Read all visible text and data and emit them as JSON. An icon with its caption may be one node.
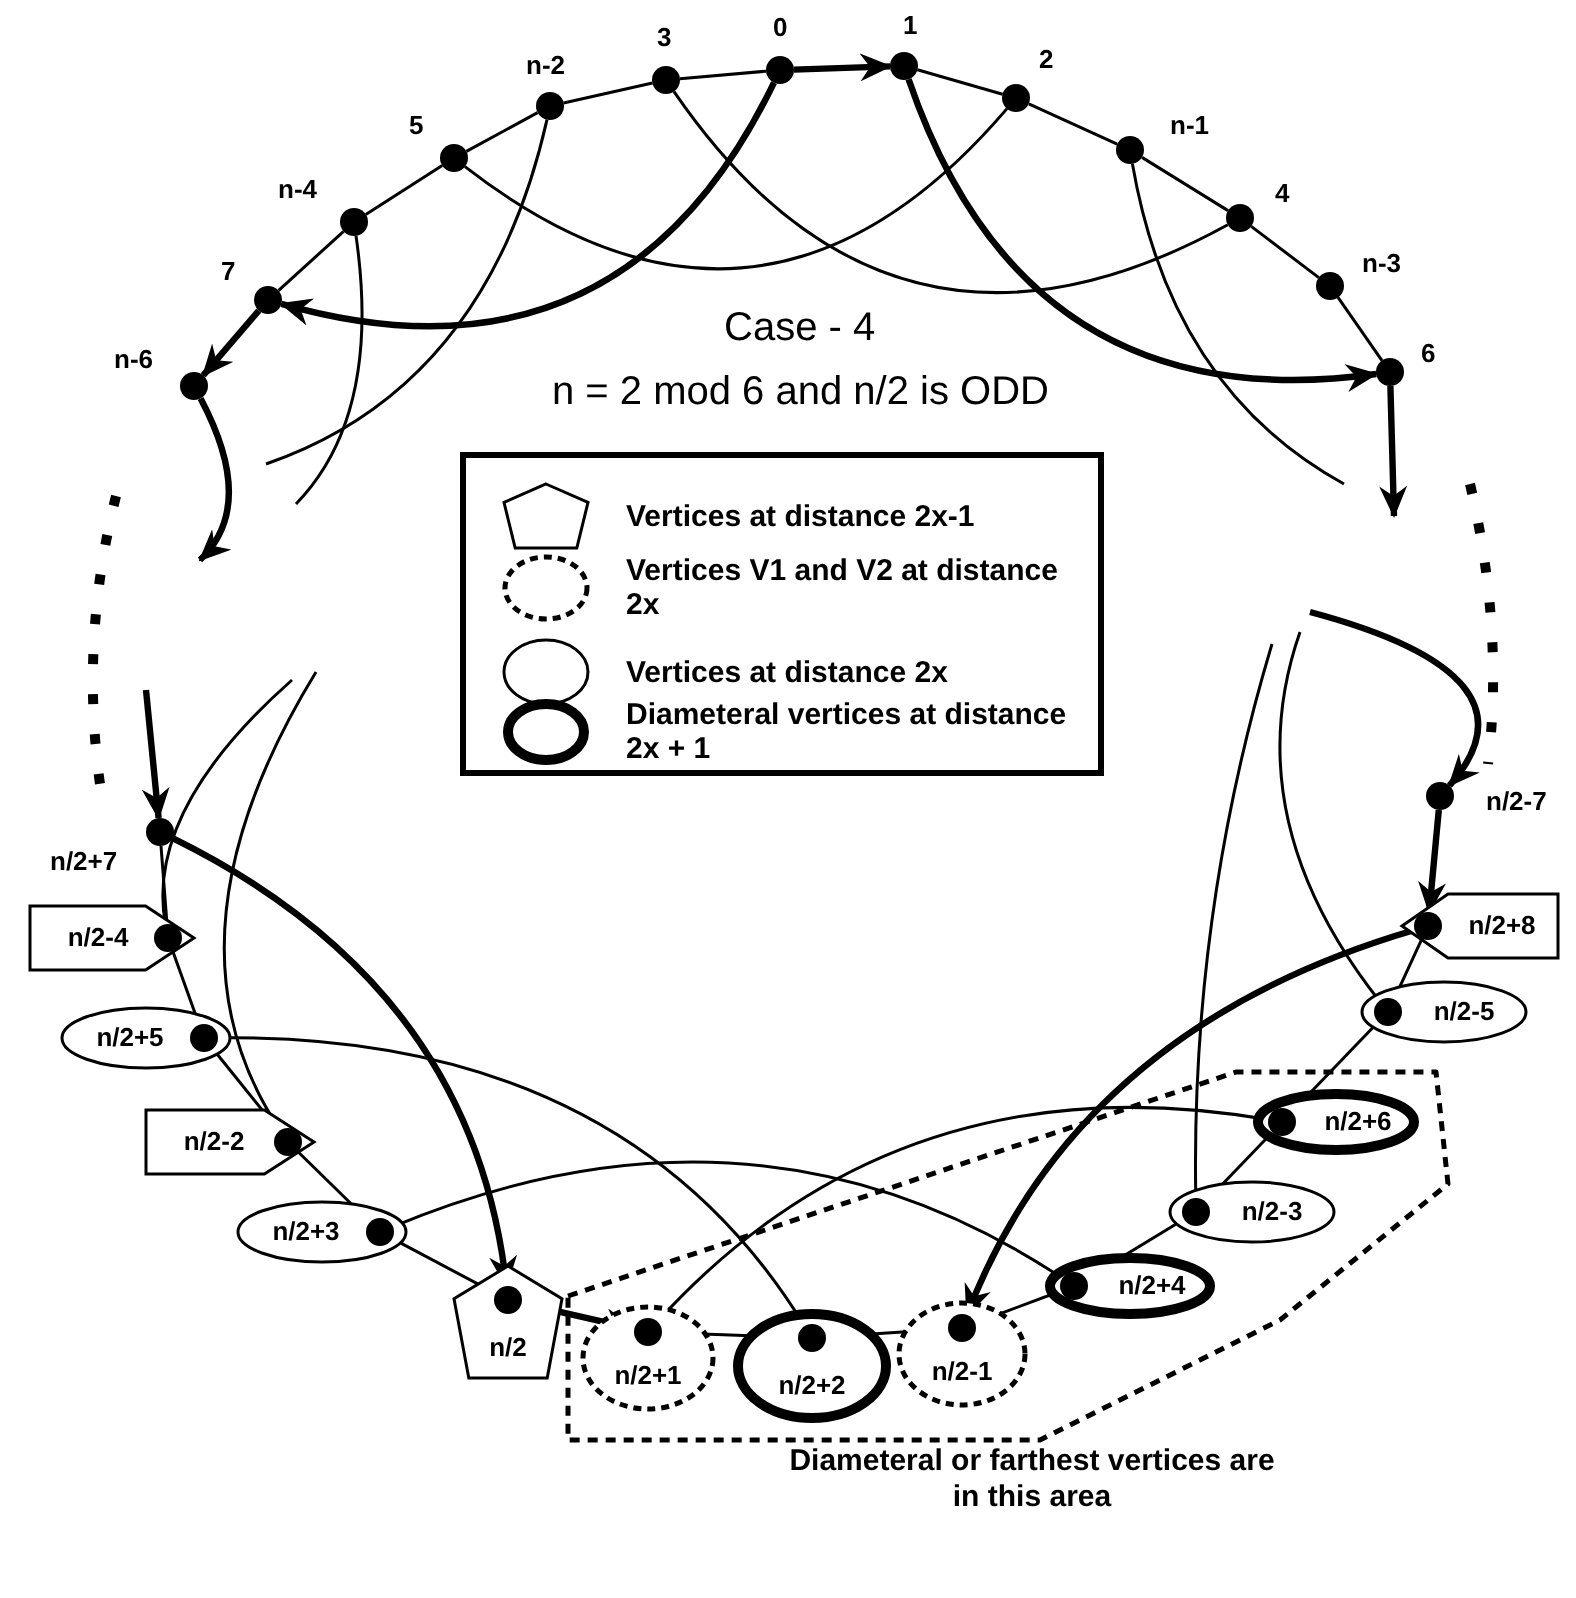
{
  "diagram": {
    "title": "Case - 4",
    "nodes": [
      {
        "text": [],
        "shape": "circle",
        "beside": [
          "n-6"
        ]
      },
      {
        "text": [],
        "shape": "circle",
        "beside": [
          "7"
        ]
      },
      {
        "text": [],
        "shape": "circle",
        "beside": [
          "n-4"
        ]
      },
      {
        "text": [],
        "shape": "circle",
        "beside": [
          "5"
        ]
      },
      {
        "text": [],
        "shape": "circle",
        "beside": [
          "n-2"
        ]
      },
      {
        "text": [],
        "shape": "circle",
        "beside": [
          "3"
        ]
      },
      {
        "text": [],
        "shape": "circle",
        "beside": [
          "0"
        ]
      },
      {
        "text": [],
        "shape": "circle",
        "beside": [
          "1"
        ]
      },
      {
        "text": [],
        "shape": "circle",
        "beside": [
          "2"
        ]
      },
      {
        "text": [],
        "shape": "circle",
        "beside": [
          "n-1"
        ]
      },
      {
        "text": [],
        "shape": "circle",
        "beside": [
          "4"
        ]
      },
      {
        "text": [],
        "shape": "circle",
        "beside": [
          "n-3"
        ]
      },
      {
        "text": [],
        "shape": "circle",
        "beside": [
          "6"
        ]
      },
      {
        "text": [],
        "shape": "circle",
        "beside": [
          "n/2-7"
        ]
      },
      {
        "text": [
          "n/2+8"
        ]
      },
      {
        "text": [],
        "shape": "circle",
        "in": 14
      },
      {
        "text": [
          "n/2-5"
        ]
      },
      {
        "text": [],
        "shape": "circle",
        "in": 16
      },
      {
        "text": [
          "Diameteral or farthest vertices are in this area"
        ]
      },
      {
        "text": [
          "n/2+6"
        ],
        "in": 18
      },
      {
        "text": [],
        "shape": "circle",
        "in": 19
      },
      {
        "text": [
          "n/2-3"
        ],
        "in": 18
      },
      {
        "text": [],
        "shape": "circle",
        "in": 21
      },
      {
        "text": [
          "n/2+4"
        ],
        "in": 18
      },
      {
        "text": [],
        "shape": "circle",
        "in": 23
      },
      {
        "text": [
          "n/2-1"
        ],
        "in": 18
      },
      {
        "text": [],
        "shape": "circle",
        "in": 25
      },
      {
        "text": [
          "n/2+2"
        ],
        "in": 18
      },
      {
        "text": [],
        "shape": "circle",
        "in": 27
      },
      {
        "text": [
          "n/2+1"
        ],
        "in": 18
      },
      {
        "text": [],
        "shape": "circle",
        "in": 29
      },
      {
        "text": [
          "n/2"
        ]
      },
      {
        "text": [],
        "shape": "circle",
        "in": 31
      },
      {
        "text": [
          "n/2+3"
        ]
      },
      {
        "text": [],
        "shape": "circle",
        "in": 33
      },
      {
        "text": [
          "n/2-2"
        ]
      },
      {
        "text": [],
        "shape": "circle",
        "in": 35
      },
      {
        "text": [
          "n/2+5"
        ]
      },
      {
        "text": [],
        "shape": "circle",
        "in": 37
      },
      {
        "text": [
          "n/2-4"
        ]
      },
      {
        "text": [],
        "shape": "circle",
        "in": 39
      },
      {
        "text": [],
        "shape": "circle",
        "beside": [
          "n/2+7"
        ]
      }
    ],
    "edges": [
      {
        "from": 1,
        "to": 0,
        "arrow": "to",
        "style": "thick"
      },
      {
        "from": 1,
        "to": 2,
        "arrow": "none"
      },
      {
        "from": 2,
        "to": 3,
        "arrow": "none"
      },
      {
        "from": 3,
        "to": 4,
        "arrow": "none"
      },
      {
        "from": 4,
        "to": 5,
        "arrow": "none"
      },
      {
        "from": 5,
        "to": 6,
        "arrow": "none"
      },
      {
        "from": 6,
        "to": 7,
        "arrow": "to",
        "style": "thick"
      },
      {
        "from": 7,
        "to": 8,
        "arrow": "none"
      },
      {
        "from": 8,
        "to": 9,
        "arrow": "none"
      },
      {
        "from": 9,
        "to": 10,
        "arrow": "none"
      },
      {
        "from": 10,
        "to": 11,
        "arrow": "none"
      },
      {
        "from": 11,
        "to": 12,
        "arrow": "none"
      },
      {
        "from": 0,
        "to": null,
        "arrow": "to",
        "style": "thick"
      },
      {
        "from": 12,
        "to": null,
        "arrow": "to",
        "style": "thick"
      },
      {
        "from": 3,
        "to": 8,
        "arrow": "none"
      },
      {
        "from": 5,
        "to": 10,
        "arrow": "none"
      },
      {
        "from": 6,
        "to": 1,
        "arrow": "to",
        "style": "thick"
      },
      {
        "from": 7,
        "to": 12,
        "arrow": "to",
        "style": "thick"
      },
      {
        "from": 4,
        "to": null,
        "arrow": "none"
      },
      {
        "from": 2,
        "to": null,
        "arrow": "none"
      },
      {
        "from": 9,
        "to": null,
        "arrow": "none"
      },
      {
        "from": null,
        "to": 13,
        "arrow": "to",
        "style": "thick"
      },
      {
        "from": 13,
        "to": 15,
        "arrow": "to",
        "style": "thick"
      },
      {
        "from": 15,
        "to": 17,
        "arrow": "none"
      },
      {
        "from": 17,
        "to": 20,
        "arrow": "none"
      },
      {
        "from": 20,
        "to": 22,
        "arrow": "none"
      },
      {
        "from": 22,
        "to": 24,
        "arrow": "none"
      },
      {
        "from": 24,
        "to": 26,
        "arrow": "none"
      },
      {
        "from": 26,
        "to": 28,
        "arrow": "none"
      },
      {
        "from": 28,
        "to": 30,
        "arrow": "none"
      },
      {
        "from": 32,
        "to": 30,
        "arrow": "to",
        "style": "thick"
      },
      {
        "from": 34,
        "to": 32,
        "arrow": "none"
      },
      {
        "from": 36,
        "to": 34,
        "arrow": "none"
      },
      {
        "from": 38,
        "to": 36,
        "arrow": "none"
      },
      {
        "from": 40,
        "to": 38,
        "arrow": "none"
      },
      {
        "from": 41,
        "to": 40,
        "arrow": "none"
      },
      {
        "from": null,
        "to": 41,
        "arrow": "to",
        "style": "thick"
      },
      {
        "from": 41,
        "to": 32,
        "arrow": "to",
        "style": "thick"
      },
      {
        "from": 15,
        "to": 26,
        "arrow": "to",
        "style": "thick"
      },
      {
        "from": 38,
        "to": 28,
        "arrow": "none"
      },
      {
        "from": 34,
        "to": 24,
        "arrow": "none"
      },
      {
        "from": 30,
        "to": 20,
        "arrow": "none"
      },
      {
        "from": 40,
        "to": null,
        "arrow": "none"
      },
      {
        "from": 36,
        "to": null,
        "arrow": "none"
      },
      {
        "from": 22,
        "to": null,
        "arrow": "none"
      },
      {
        "from": 17,
        "to": null,
        "arrow": "none"
      }
    ],
    "labels": [
      "n = 2 mod 6 and n/2 is ODD"
    ],
    "legend": [
      {
        "text": "Vertices at distance 2x-1"
      },
      {
        "text": "Vertices V1 and V2 at distance 2x"
      },
      {
        "text": "Vertices at distance 2x"
      },
      {
        "text": "Diameteral vertices at distance 2x + 1"
      }
    ]
  }
}
